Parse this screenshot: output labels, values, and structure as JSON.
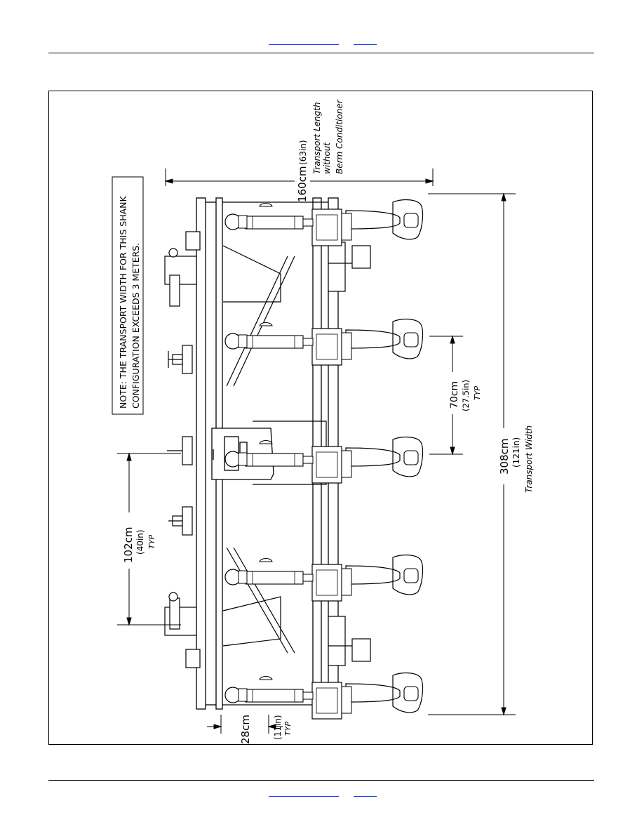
{
  "header": {
    "link_left": "",
    "link_right": ""
  },
  "footer": {
    "link_left": "",
    "link_right": ""
  },
  "drawing": {
    "note_line1": "NOTE: THE TRANSPORT WIDTH FOR THIS SHANK",
    "note_line2": "CONFIGURATION EXCEEDS 3 METERS.",
    "length_value": "160cm",
    "length_imperial": "(63in)",
    "length_desc1": "Transport Length",
    "length_desc2": "without",
    "length_desc3": "Berm Conditioner",
    "shank_spacing_value": "70cm",
    "shank_spacing_imperial": "(27.5in)",
    "shank_spacing_note": "TYP",
    "width_value": "308cm",
    "width_imperial": "(121in)",
    "width_desc": "Transport Width",
    "mount_spacing_value": "102cm",
    "mount_spacing_imperial": "(40in)",
    "mount_spacing_note": "TYP",
    "offset_value": "28cm",
    "offset_imperial": "(11in)",
    "offset_note": "TYP"
  }
}
